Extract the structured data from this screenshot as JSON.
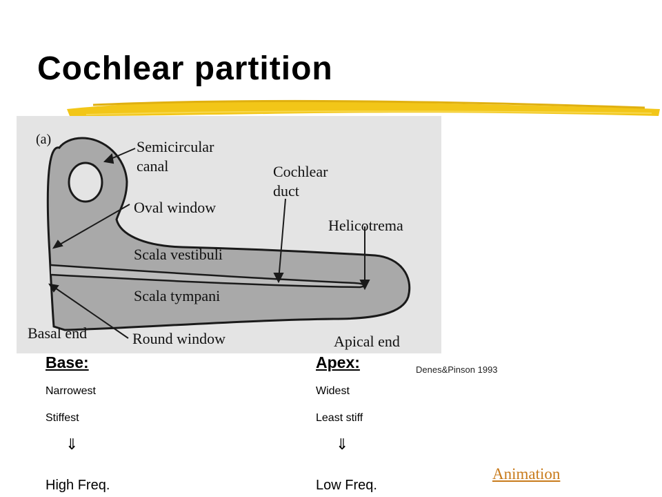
{
  "title": "Cochlear partition",
  "figure": {
    "panel_label": "(a)",
    "labels": {
      "semicircular_line1": "Semicircular",
      "semicircular_line2": "canal",
      "oval_window": "Oval window",
      "cochlear_line1": "Cochlear",
      "cochlear_line2": "duct",
      "helicotrema": "Helicotrema",
      "scala_vestibuli": "Scala vestibuli",
      "scala_tympani": "Scala tympani",
      "basal_line1": "Basal end",
      "round_window": "Round window",
      "apical_end": "Apical end"
    }
  },
  "base": {
    "heading": "Base:",
    "line1": "Narrowest",
    "line2": "Stiffest",
    "arrow": "⇓",
    "freq": "High Freq."
  },
  "apex": {
    "heading": "Apex:",
    "line1": "Widest",
    "line2": "Least stiff",
    "arrow": "⇓",
    "freq": "Low Freq."
  },
  "citation": "Denes&Pinson 1993",
  "animation_link": "Animation",
  "colors": {
    "brush": "#f2c618",
    "link": "#c87a1a",
    "figure_bg": "#e4e4e4",
    "cochlea_fill": "#a9a9a9"
  }
}
